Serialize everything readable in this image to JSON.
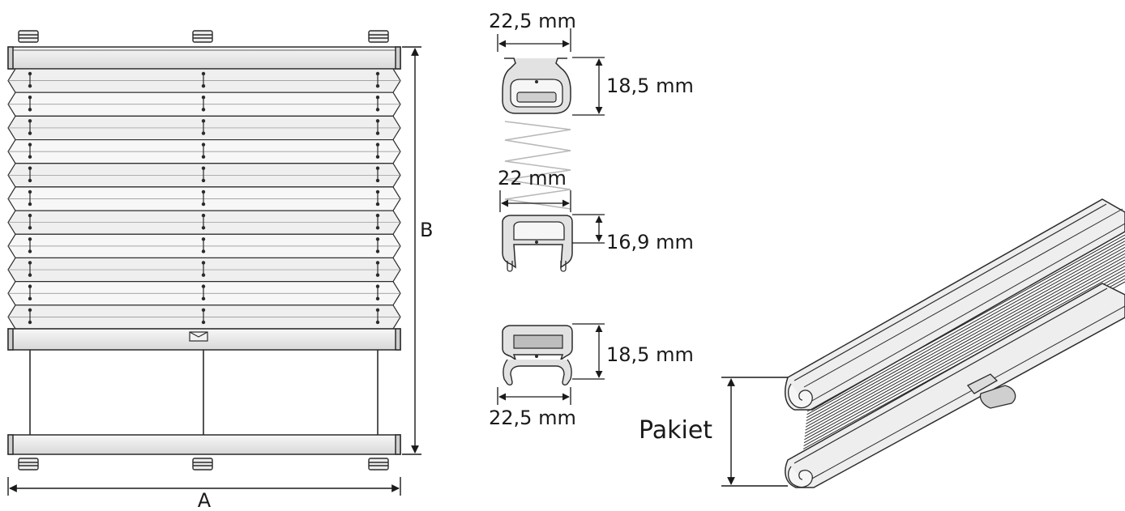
{
  "dimensions": {
    "width_label": "A",
    "height_label": "B",
    "profile_top_width": "22,5 mm",
    "profile_top_height": "18,5 mm",
    "profile_mid_width": "22 mm",
    "profile_mid_height": "16,9 mm",
    "profile_bottom_height": "18,5 mm",
    "profile_bottom_width": "22,5 mm",
    "package_label": "Pakiet"
  },
  "colors": {
    "line": "#2b2b2b",
    "fabric": "#f4f4f4",
    "rail": "#e6e6e6",
    "profile": "#d9d9d9",
    "spring": "#b8b8b8"
  }
}
